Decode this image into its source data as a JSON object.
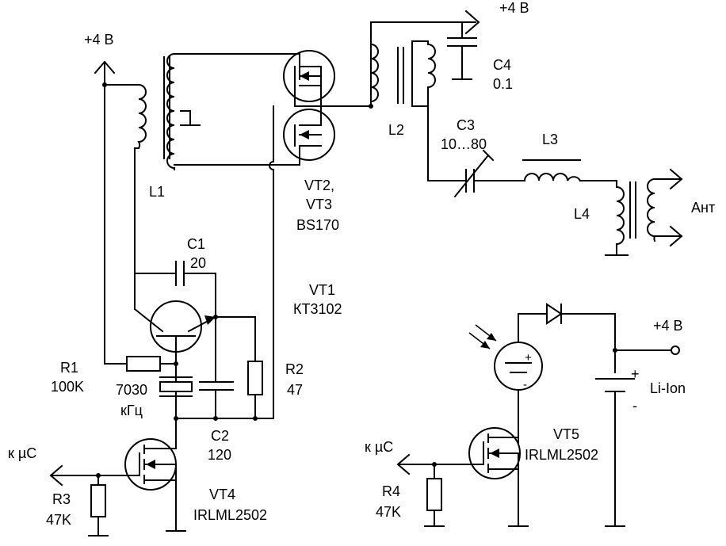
{
  "labels": {
    "vcc_left": "+4 В",
    "vcc_top": "+4 В",
    "vcc_right": "+4 В",
    "L1": "L1",
    "L2": "L2",
    "L3": "L3",
    "L4": "L4",
    "C1_name": "C1",
    "C1_value": "20",
    "C2_name": "C2",
    "C2_value": "120",
    "C3_name": "C3",
    "C3_value": "10…80",
    "C4_name": "C4",
    "C4_value": "0.1",
    "VT23_line1": "VT2,",
    "VT23_line2": "VT3",
    "VT23_line3": "BS170",
    "VT1_name": "VT1",
    "VT1_part": "КТ3102",
    "R1_name": "R1",
    "R1_value": "100K",
    "R2_name": "R2",
    "R2_value": "47",
    "R3_name": "R3",
    "R3_value": "47K",
    "R4_name": "R4",
    "R4_value": "47K",
    "xtal_freq": "7030",
    "xtal_unit": "кГц",
    "to_mc_left": "к µC",
    "to_mc_right": "к µC",
    "VT4_name": "VT4",
    "VT4_part": "IRLML2502",
    "VT5_name": "VT5",
    "VT5_part": "IRLML2502",
    "antenna": "Ант",
    "battery": "Li-Ion",
    "plus": "+",
    "minus": "-"
  }
}
